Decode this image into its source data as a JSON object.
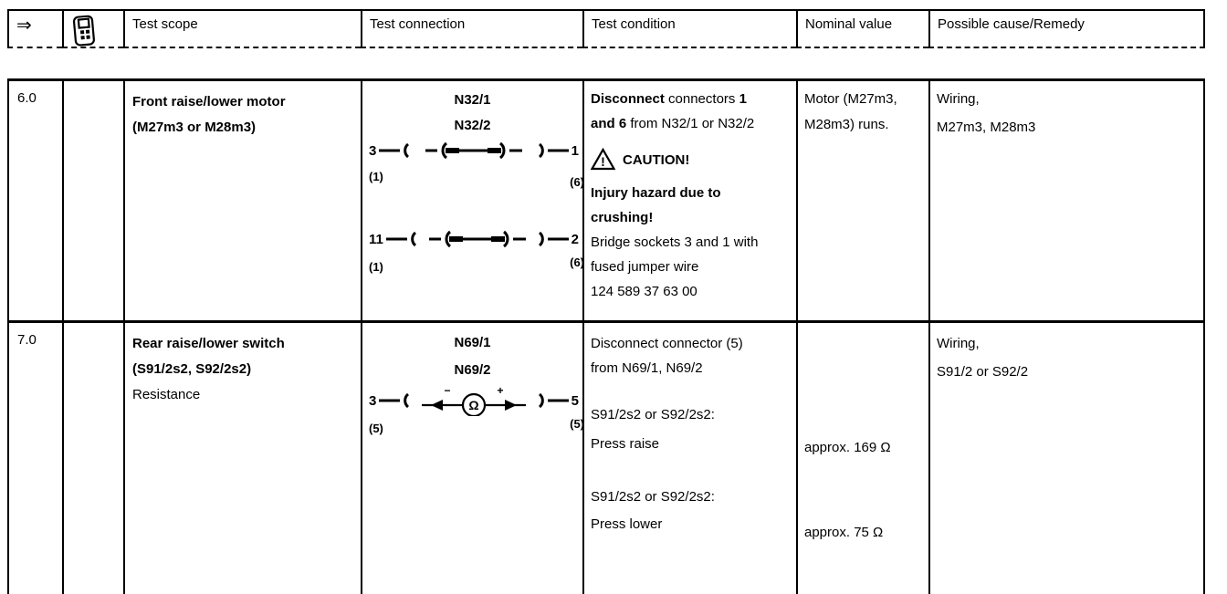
{
  "header": {
    "arrow": "⇒",
    "scope": "Test scope",
    "connection": "Test connection",
    "condition": "Test condition",
    "nominal": "Nominal value",
    "cause": "Possible cause/Remedy"
  },
  "rows": {
    "r6": {
      "num": "6.0",
      "scope_line1": "Front raise/lower motor",
      "scope_line2": "(M27m3 or M28m3)",
      "conn_label1": "N32/1",
      "conn_label2": "N32/2",
      "line1": {
        "left": "3",
        "right": "1",
        "left_sub": "(1)",
        "right_sub": "(6)"
      },
      "line2": {
        "left": "11",
        "right": "2",
        "left_sub": "(1)",
        "right_sub": "(6)"
      },
      "cond_b1": "Disconnect",
      "cond_r1": " connectors ",
      "cond_b2": "1",
      "cond_b3": "and 6",
      "cond_r2": " from N32/1 or N32/2",
      "caution_mark": "!",
      "caution": "CAUTION!",
      "hazard1": "Injury hazard due to",
      "hazard2": "crushing!",
      "bridge1": "Bridge sockets 3 and 1 with",
      "bridge2": "fused jumper wire",
      "bridge3": "124 589 37 63 00",
      "nominal1": "Motor (M27m3,",
      "nominal2": "M28m3) runs.",
      "cause1": "Wiring,",
      "cause2": "M27m3, M28m3"
    },
    "r7": {
      "num": "7.0",
      "scope_line1": "Rear raise/lower switch",
      "scope_line2": "(S91/2s2, S92/2s2)",
      "scope_line3": "Resistance",
      "conn_label1": "N69/1",
      "conn_label2": "N69/2",
      "line1": {
        "left": "3",
        "right": "5",
        "left_sub": "(5)",
        "right_sub": "(5)"
      },
      "meter_minus": "−",
      "meter_plus": "+",
      "meter_symbol": "Ω",
      "cond1": "Disconnect connector (5)",
      "cond2": "from N69/1, N69/2",
      "cond3": "S91/2s2 or S92/2s2:",
      "cond4": "Press raise",
      "cond5": "S91/2s2 or S92/2s2:",
      "cond6": "Press lower",
      "nominal1": "approx. 169 Ω",
      "nominal2": "approx. 75 Ω",
      "cause1": "Wiring,",
      "cause2": "S91/2 or S92/2"
    }
  }
}
